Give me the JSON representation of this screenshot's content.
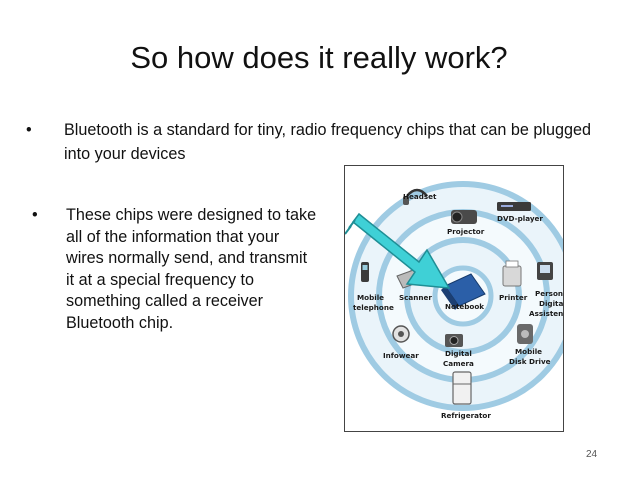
{
  "slide": {
    "title": "So how does it really work?",
    "bullet_marker": "•",
    "bullets": [
      "Bluetooth is a standard for tiny, radio frequency chips that can be plugged into your devices",
      "These chips were designed to take all of the information that your wires normally send, and transmit it at a special frequency to something called a receiver Bluetooth chip."
    ],
    "page_number": "24"
  },
  "diagram": {
    "labels": {
      "headset": "Headset",
      "projector": "Projector",
      "dvd_player": "DVD-player",
      "scanner": "Scanner",
      "notebook": "Notebook",
      "printer": "Printer",
      "mobile_telephone_1": "Mobile",
      "mobile_telephone_2": "telephone",
      "pda_1": "Personal",
      "pda_2": "Digital",
      "pda_3": "Assistent",
      "infowear": "Infowear",
      "digital_camera_1": "Digital",
      "digital_camera_2": "Camera",
      "mobile_disk_1": "Mobile",
      "mobile_disk_2": "Disk Drive",
      "refrigerator": "Refrigerator"
    },
    "colors": {
      "rings": "#9fcbe3",
      "ring_fill": "#eaf4fa",
      "arrow": "#3fd0d6"
    }
  }
}
